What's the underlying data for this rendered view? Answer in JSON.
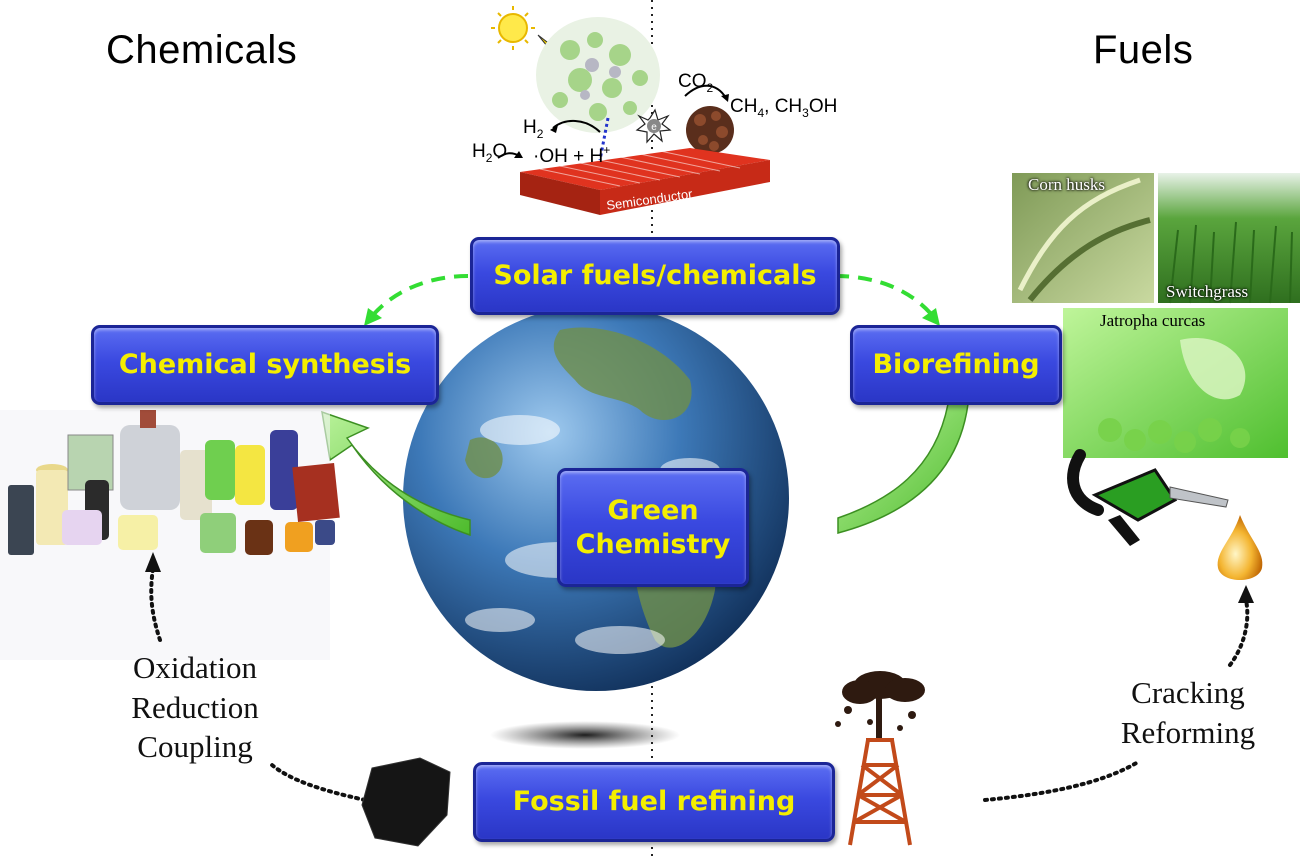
{
  "headings": {
    "left": "Chemicals",
    "right": "Fuels"
  },
  "boxes": {
    "solar": "Solar fuels/chemicals",
    "synthesis": "Chemical synthesis",
    "biorefining": "Biorefining",
    "center_line1": "Green",
    "center_line2": "Chemistry",
    "fossil": "Fossil fuel refining"
  },
  "processes": {
    "left": [
      "Oxidation",
      "Reduction",
      "Coupling"
    ],
    "right": [
      "Cracking",
      "Reforming"
    ]
  },
  "photo_labels": {
    "corn": "Corn husks",
    "switchgrass": "Switchgrass",
    "jatropha": "Jatropha curcas"
  },
  "solar_scheme": {
    "co2": "CO",
    "co2_sub": "2",
    "products": "CH",
    "products_sub1": "4",
    "products_mid": ", CH",
    "products_sub2": "3",
    "products_end": "OH",
    "h2": "H",
    "h2_sub": "2",
    "water": "H",
    "water_sub": "2",
    "water_end": "O",
    "radicals": "·OH + H",
    "radicals_sup": "+",
    "electron": "e",
    "semiconductor": "Semiconductor"
  },
  "colors": {
    "box": "#3a49e0",
    "box_text": "#f4ee00",
    "arrow_green": "#7ed957",
    "dash_green": "#33dd33"
  }
}
